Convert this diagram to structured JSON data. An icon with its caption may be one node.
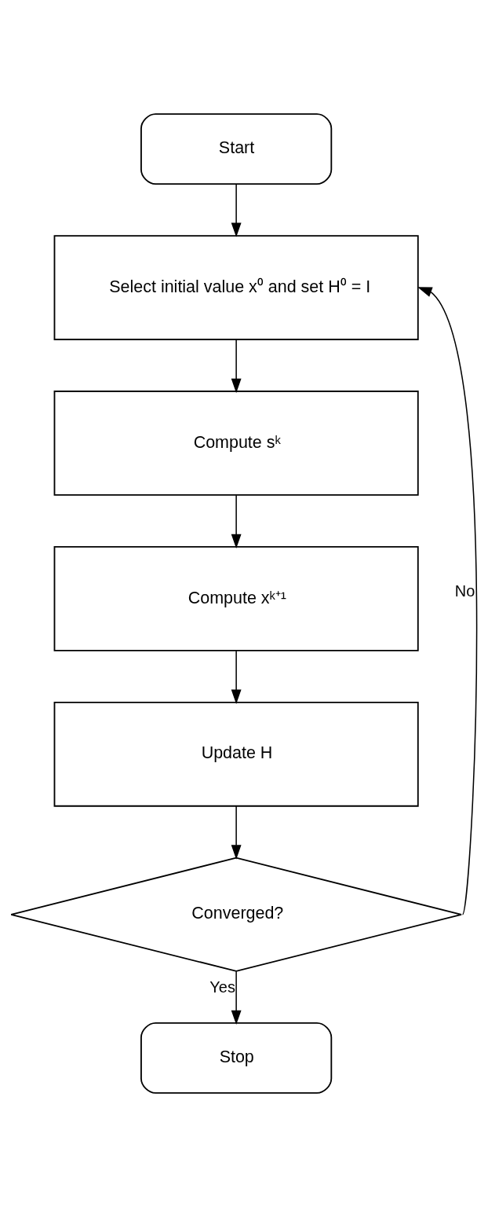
{
  "diagram": {
    "nodes": [
      {
        "text": [
          "Start"
        ]
      },
      {
        "text": [
          "Select initial value x⁰ and set H⁰ = I"
        ]
      },
      {
        "text": [
          "Compute sᵏ"
        ]
      },
      {
        "text": [
          "Compute xᵏ⁺¹"
        ]
      },
      {
        "text": [
          "Update H"
        ]
      },
      {
        "text": [
          "Converged?"
        ]
      },
      {
        "text": [
          "Stop"
        ]
      }
    ],
    "edges": [
      {
        "from": 0,
        "to": 1,
        "arrow": "to"
      },
      {
        "from": 1,
        "to": 2,
        "arrow": "to"
      },
      {
        "from": 2,
        "to": 3,
        "arrow": "to"
      },
      {
        "from": 3,
        "to": 4,
        "arrow": "to"
      },
      {
        "from": 4,
        "to": 5,
        "arrow": "to"
      },
      {
        "from": 5,
        "to": 1,
        "arrow": "to",
        "label": "No"
      },
      {
        "from": 5,
        "to": 6,
        "arrow": "to",
        "label": "Yes"
      }
    ]
  }
}
